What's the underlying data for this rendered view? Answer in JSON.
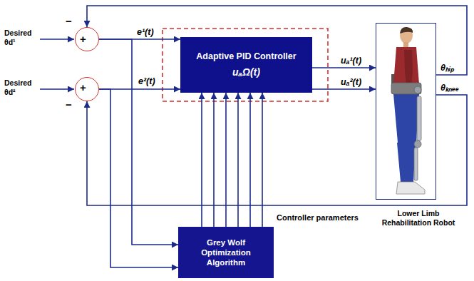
{
  "diagram": {
    "nodes": [
      {
        "text": [
          "+",
          "−"
        ]
      },
      {
        "text": [
          "+",
          "−"
        ]
      },
      {
        "text": [
          "Adaptive PID Controller",
          "uₐΩ(t)"
        ]
      },
      {
        "text": [
          "Lower Limb Rehabilitation Robot"
        ]
      },
      {
        "text": [
          "Grey Wolf Optimization Algorithm"
        ]
      }
    ],
    "edges": [
      {
        "from": 0,
        "to": 2,
        "arrow": "to",
        "label": "e¹(t)"
      },
      {
        "from": 1,
        "to": 2,
        "arrow": "to",
        "label": "e²(t)"
      },
      {
        "from": 2,
        "to": 3,
        "arrow": "to",
        "label": "uₐ¹(t)"
      },
      {
        "from": 2,
        "to": 3,
        "arrow": "to",
        "label": "uₐ²(t)"
      },
      {
        "from": 3,
        "to": 0,
        "arrow": "to",
        "label": "θₕᵢₚ"
      },
      {
        "from": 3,
        "to": 1,
        "arrow": "to",
        "label": "θₖₙₑₑ"
      },
      {
        "from": 0,
        "to": 4,
        "arrow": "to"
      },
      {
        "from": 1,
        "to": 4,
        "arrow": "to"
      },
      {
        "from": 4,
        "to": 2,
        "arrow": "to"
      },
      {
        "from": 4,
        "to": 2,
        "arrow": "to"
      },
      {
        "from": 4,
        "to": 2,
        "arrow": "to"
      },
      {
        "from": 4,
        "to": 2,
        "arrow": "to"
      },
      {
        "from": 4,
        "to": 2,
        "arrow": "to"
      },
      {
        "from": 4,
        "to": 2,
        "arrow": "to"
      }
    ],
    "labels": [
      "Desired θd¹",
      "Desired θd²",
      "Controller parameters"
    ]
  }
}
